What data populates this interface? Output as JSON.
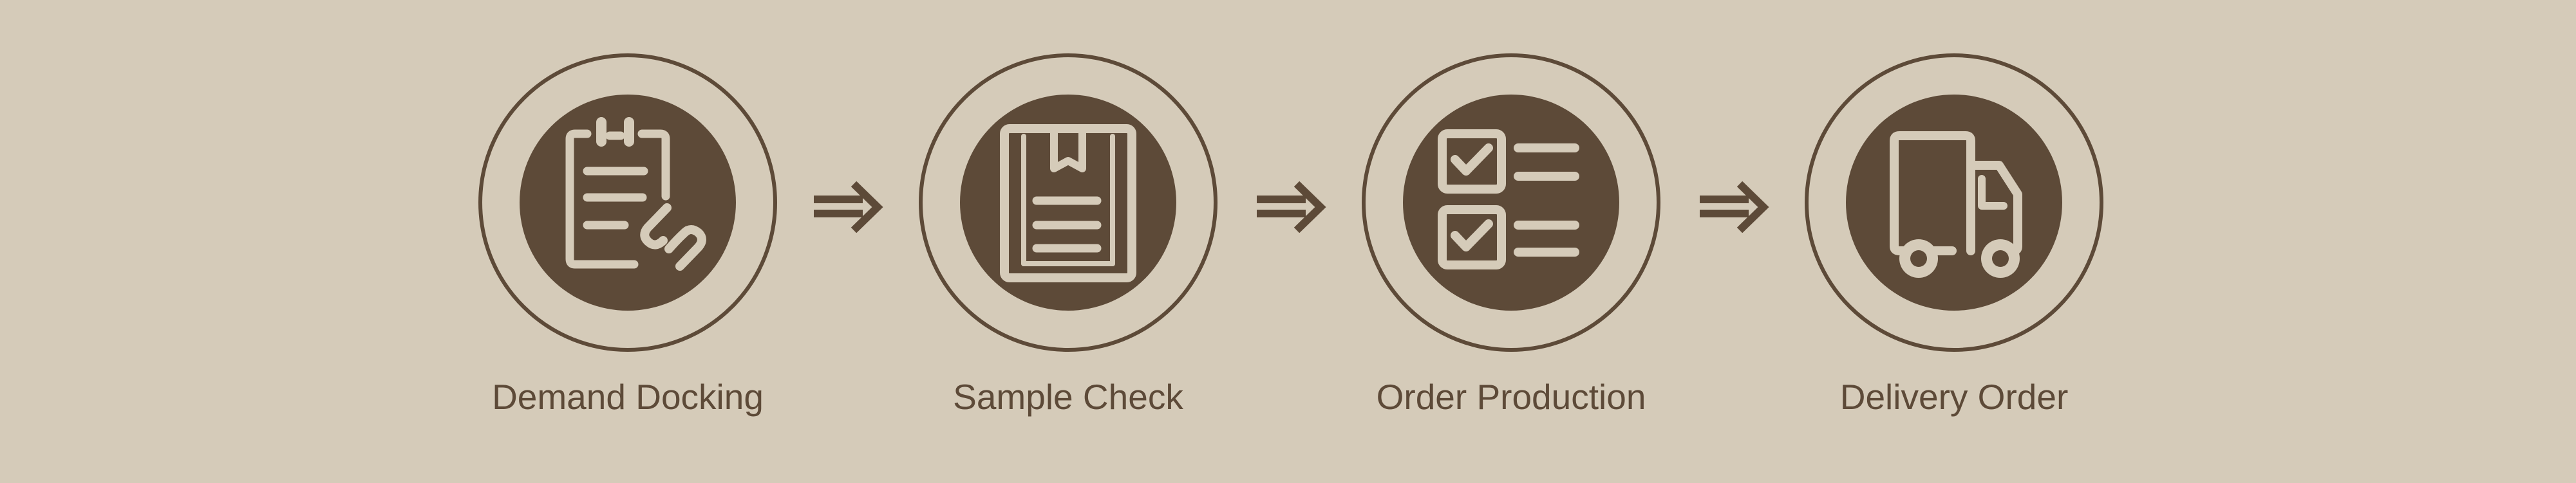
{
  "process": {
    "steps": [
      {
        "label": "Demand Docking",
        "icon": "clipboard-link-icon"
      },
      {
        "label": "Sample Check",
        "icon": "document-bookmark-icon"
      },
      {
        "label": "Order Production",
        "icon": "checklist-icon"
      },
      {
        "label": "Delivery Order",
        "icon": "delivery-truck-icon"
      }
    ],
    "connector_icon": "arrow-right-icon"
  },
  "colors": {
    "background": "#d5cbb9",
    "accent": "#5d4a38",
    "icon_glyph": "#d5cbb9"
  }
}
